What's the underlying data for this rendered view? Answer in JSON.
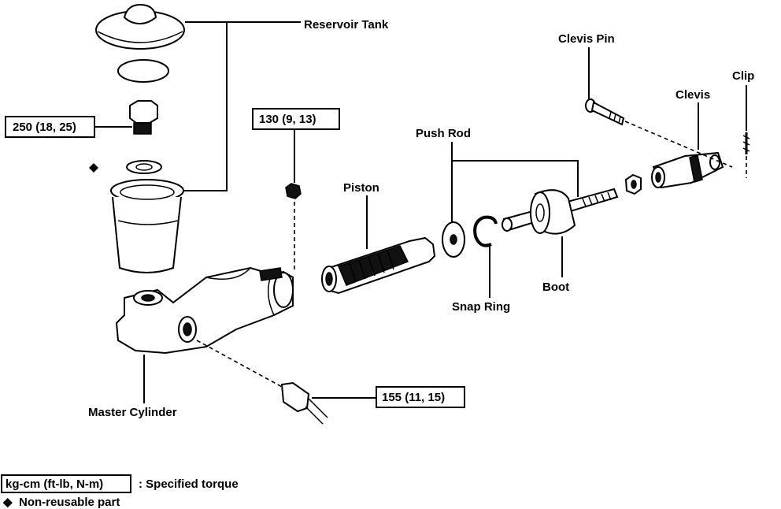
{
  "labels": {
    "reservoir_tank": "Reservoir Tank",
    "clevis_pin": "Clevis Pin",
    "clip": "Clip",
    "clevis": "Clevis",
    "push_rod": "Push Rod",
    "piston": "Piston",
    "boot": "Boot",
    "snap_ring": "Snap Ring",
    "master_cylinder": "Master Cylinder"
  },
  "torques": {
    "reservoir_bolt": "250 (18, 25)",
    "union_nut": "130 (9, 13)",
    "line_nut": "155 (11, 15)"
  },
  "legend": {
    "torque_box": "kg-cm (ft-lb, N-m)",
    "torque_text": ": Specified torque",
    "nonreusable_symbol": "◆",
    "nonreusable_text": "Non-reusable part"
  }
}
